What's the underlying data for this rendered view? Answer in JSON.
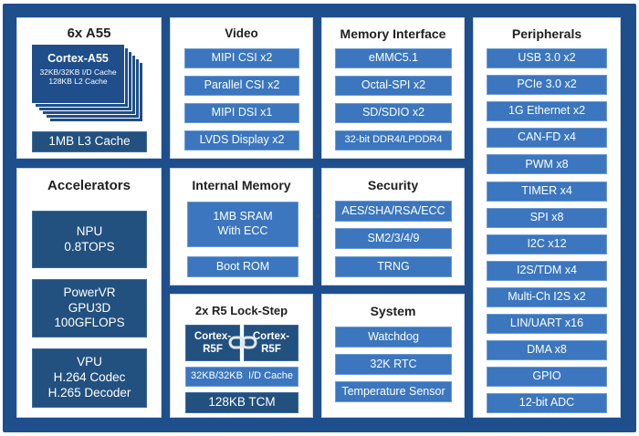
{
  "a55": {
    "title": "6x A55",
    "core_title": "Cortex-A55",
    "core_line1": "32KB/32KB I/D Cache",
    "core_line2": "128KB L2 Cache",
    "l3": "1MB L3 Cache"
  },
  "accelerators": {
    "title": "Accelerators",
    "npu": "NPU\n0.8TOPS",
    "gpu": "PowerVR\nGPU3D\n100GFLOPS",
    "vpu": "VPU\nH.264 Codec\nH.265 Decoder"
  },
  "video": {
    "title": "Video",
    "items": [
      "MIPI CSI x2",
      "Parallel CSI x2",
      "MIPI DSI x1",
      "LVDS Display x2"
    ]
  },
  "memory_interface": {
    "title": "Memory Interface",
    "items": [
      "eMMC5.1",
      "Octal-SPI x2",
      "SD/SDIO x2",
      "32-bit DDR4/LPDDR4"
    ]
  },
  "internal_memory": {
    "title": "Internal Memory",
    "sram": "1MB SRAM\nWith ECC",
    "rom": "Boot ROM"
  },
  "security": {
    "title": "Security",
    "items": [
      "AES/SHA/RSA/ECC",
      "SM2/3/4/9",
      "TRNG"
    ]
  },
  "r5": {
    "title": "2x R5 Lock-Step",
    "core_left": "Cortex-\nR5F",
    "core_right": "Cortex-\nR5F",
    "cache": "32KB/32KB  I/D Cache",
    "tcm": "128KB TCM"
  },
  "system": {
    "title": "System",
    "items": [
      "Watchdog",
      "32K RTC",
      "Temperature Sensor"
    ]
  },
  "peripherals": {
    "title": "Peripherals",
    "items": [
      "USB 3.0 x2",
      "PCIe 3.0 x2",
      "1G Ethernet x2",
      "CAN-FD x4",
      "PWM x8",
      "TIMER x4",
      "SPI x8",
      "I2C x12",
      "I2S/TDM x4",
      "Multi-Ch I2S x2",
      "LIN/UART x16",
      "DMA x8",
      "GPIO",
      "12-bit ADC"
    ]
  },
  "colors": {
    "chip_background": "#1e4f8c",
    "block_light": "#3b76bf",
    "block_dark": "#22507f"
  }
}
